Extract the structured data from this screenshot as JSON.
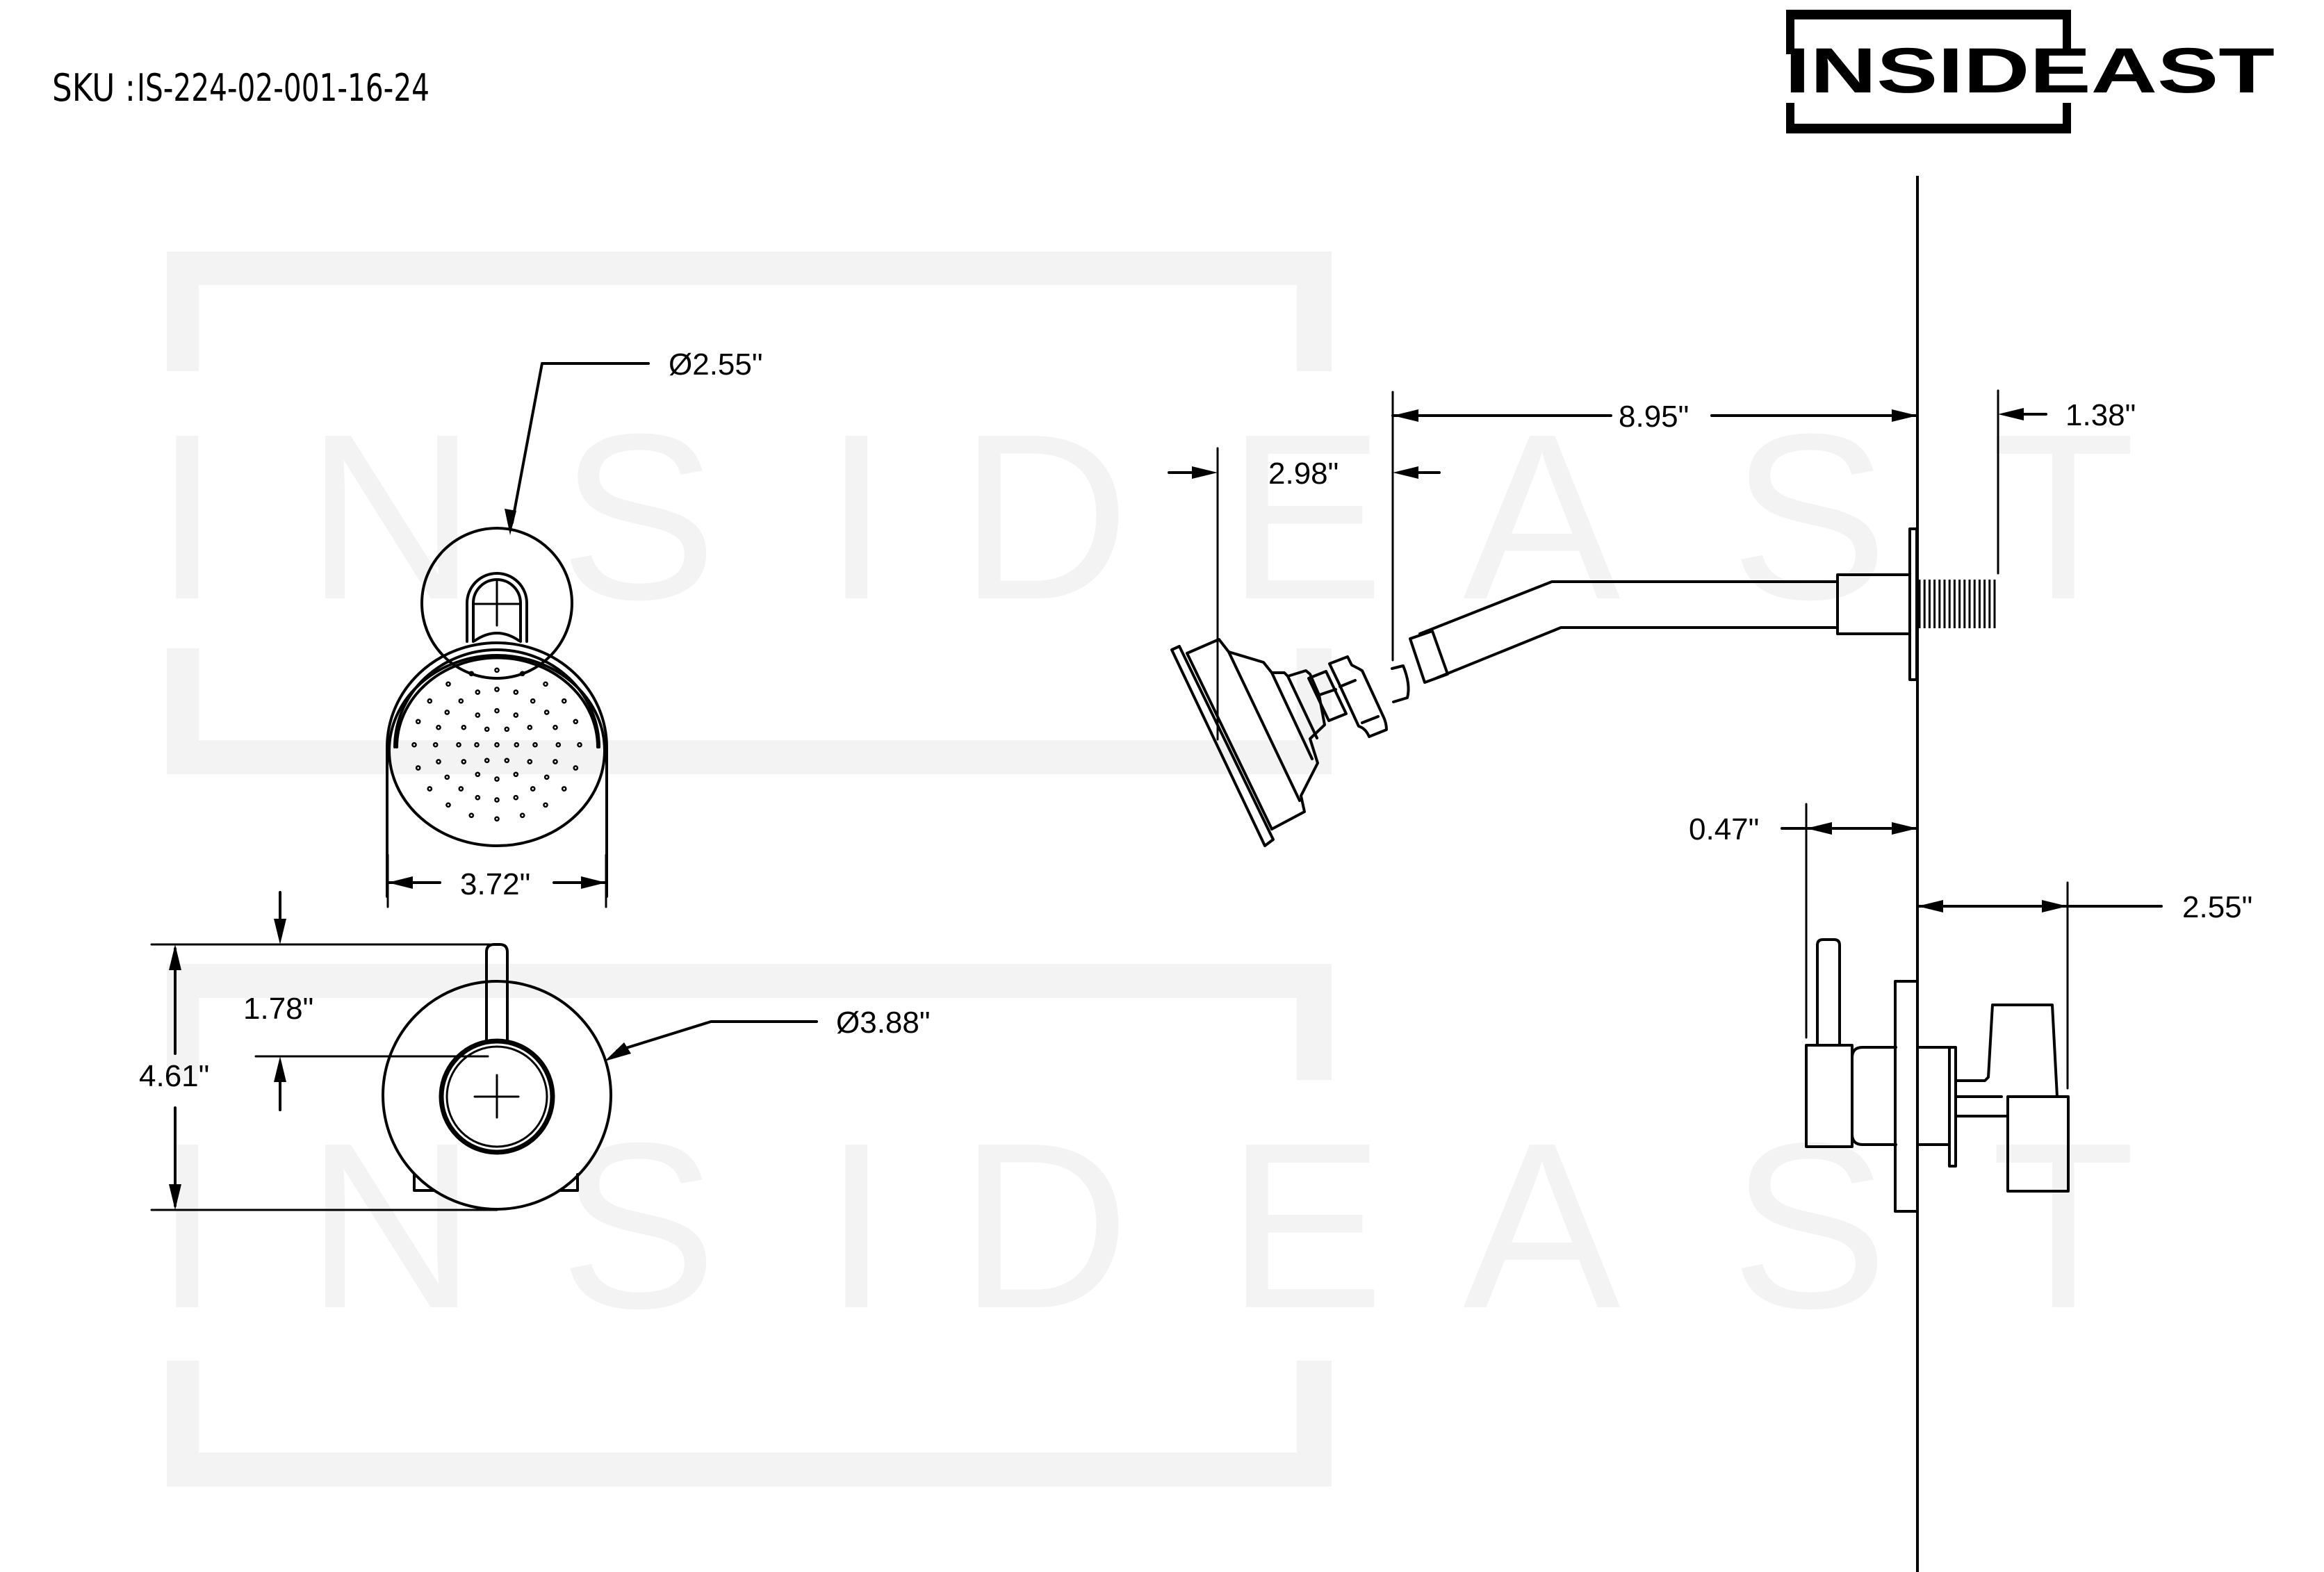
{
  "header": {
    "sku_label": "SKU :",
    "sku_value": "IS-224-02-001-16-24",
    "logo_text": "INSIDEAST"
  },
  "watermark": {
    "text": "INSIDEAST",
    "letters": [
      "I",
      "N",
      "S",
      "I",
      "D",
      "E",
      "A",
      "S",
      "T"
    ],
    "color": "#f3f3f3"
  },
  "views": {
    "showerhead_front": {
      "name": "Shower head front view",
      "dimensions": {
        "flange_diameter": "Ø2.55\"",
        "head_width": "3.72\""
      }
    },
    "valve_trim_front": {
      "name": "Valve trim front view",
      "dimensions": {
        "overall_height": "4.61\"",
        "lever_length": "1.78\"",
        "plate_diameter": "Ø3.88\""
      }
    },
    "shower_arm_side": {
      "name": "Shower arm and head side view",
      "dimensions": {
        "arm_reach": "8.95\"",
        "head_depth": "2.98\"",
        "thread_length": "1.38\""
      }
    },
    "valve_trim_side": {
      "name": "Valve trim side view",
      "dimensions": {
        "lever_offset": "0.47\"",
        "trim_depth": "2.55\""
      }
    }
  },
  "colors": {
    "line": "#000000",
    "background": "#ffffff",
    "watermark": "#f3f3f3"
  }
}
